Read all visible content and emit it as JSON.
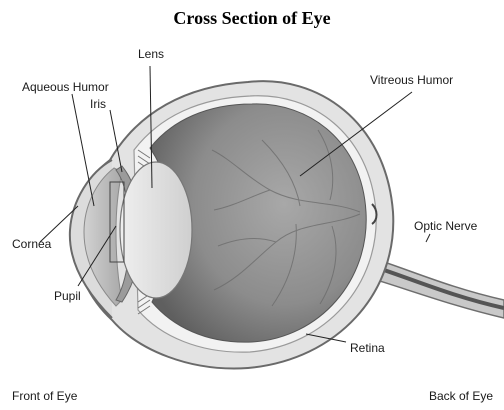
{
  "title": "Cross Section of Eye",
  "labels": {
    "lens": "Lens",
    "aqueous_humor": "Aqueous Humor",
    "iris": "Iris",
    "vitreous_humor": "Vitreous Humor",
    "optic_nerve": "Optic Nerve",
    "cornea": "Cornea",
    "pupil": "Pupil",
    "retina": "Retina",
    "front_of_eye": "Front of Eye",
    "back_of_eye": "Back of Eye"
  },
  "colors": {
    "sclera_outline": "#6e6e6e",
    "sclera_fill": "#e4e4e4",
    "vitreous": "#8a8a8a",
    "lens": "#dedede",
    "aqueous": "#bdbdbd",
    "leader_line": "#222222"
  }
}
